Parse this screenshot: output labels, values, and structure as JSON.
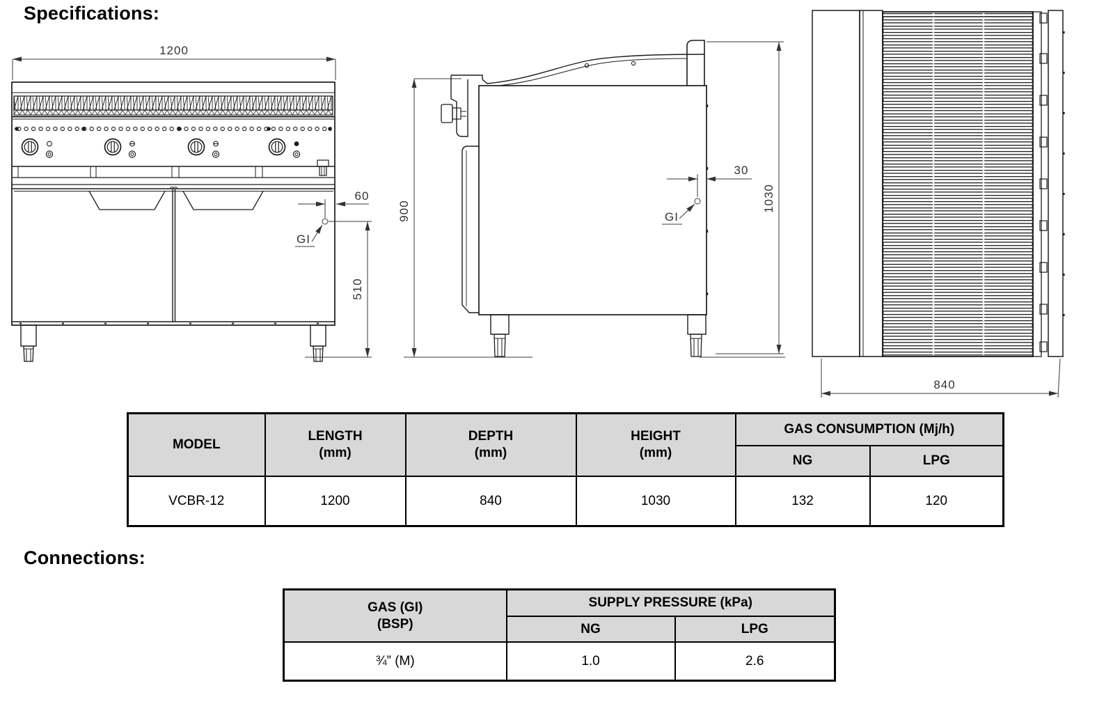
{
  "document": {
    "specifications_heading": "Specifications:",
    "connections_heading": "Connections:"
  },
  "drawings": {
    "front_view": {
      "dim_length": "1200",
      "dim_gas_inlet_offset": "60",
      "dim_gas_inlet_height": "510",
      "gas_inlet_label": "GI"
    },
    "side_view": {
      "dim_worktop_height": "900",
      "dim_gas_inlet_offset": "30",
      "dim_overall_height": "1030",
      "gas_inlet_label": "GI"
    },
    "top_view": {
      "dim_depth": "840"
    }
  },
  "spec_table": {
    "headers": {
      "model": "MODEL",
      "length": "LENGTH",
      "length_unit": "(mm)",
      "depth": "DEPTH",
      "depth_unit": "(mm)",
      "height": "HEIGHT",
      "height_unit": "(mm)",
      "gas_consumption": "GAS CONSUMPTION (Mj/h)",
      "ng": "NG",
      "lpg": "LPG"
    },
    "rows": [
      {
        "model": "VCBR-12",
        "length": "1200",
        "depth": "840",
        "height": "1030",
        "ng": "132",
        "lpg": "120"
      }
    ]
  },
  "connections_table": {
    "headers": {
      "gas_line1": "GAS (GI)",
      "gas_line2": "(BSP)",
      "supply_pressure": "SUPPLY PRESSURE (kPa)",
      "ng": "NG",
      "lpg": "LPG"
    },
    "rows": [
      {
        "size": "¾” (M)",
        "ng": "1.0",
        "lpg": "2.6"
      }
    ]
  }
}
